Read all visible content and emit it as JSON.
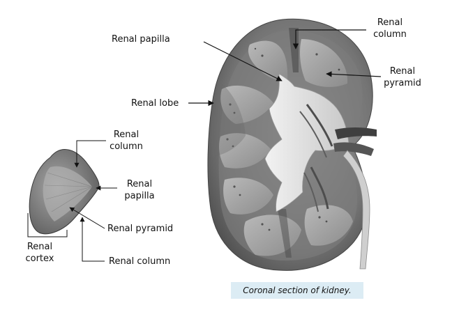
{
  "kidney_labels": {
    "renal_papilla": "Renal papilla",
    "renal_column": "Renal\ncolumn",
    "renal_pyramid": "Renal\npyramid",
    "renal_lobe": "Renal lobe"
  },
  "lobe_labels": {
    "renal_column_top": "Renal\ncolumn",
    "renal_papilla": "Renal\npapilla",
    "renal_pyramid": "Renal pyramid",
    "renal_cortex": "Renal\ncortex",
    "renal_column_bottom": "Renal column"
  },
  "caption": "Coronal section of kidney.",
  "colors": {
    "caption_bg": "#dcecf4",
    "tissue_dark": "#5c5c5c",
    "tissue_mid": "#8a8a8a",
    "tissue_light": "#d9d9d9",
    "pelvis": "#e6e6e6"
  }
}
